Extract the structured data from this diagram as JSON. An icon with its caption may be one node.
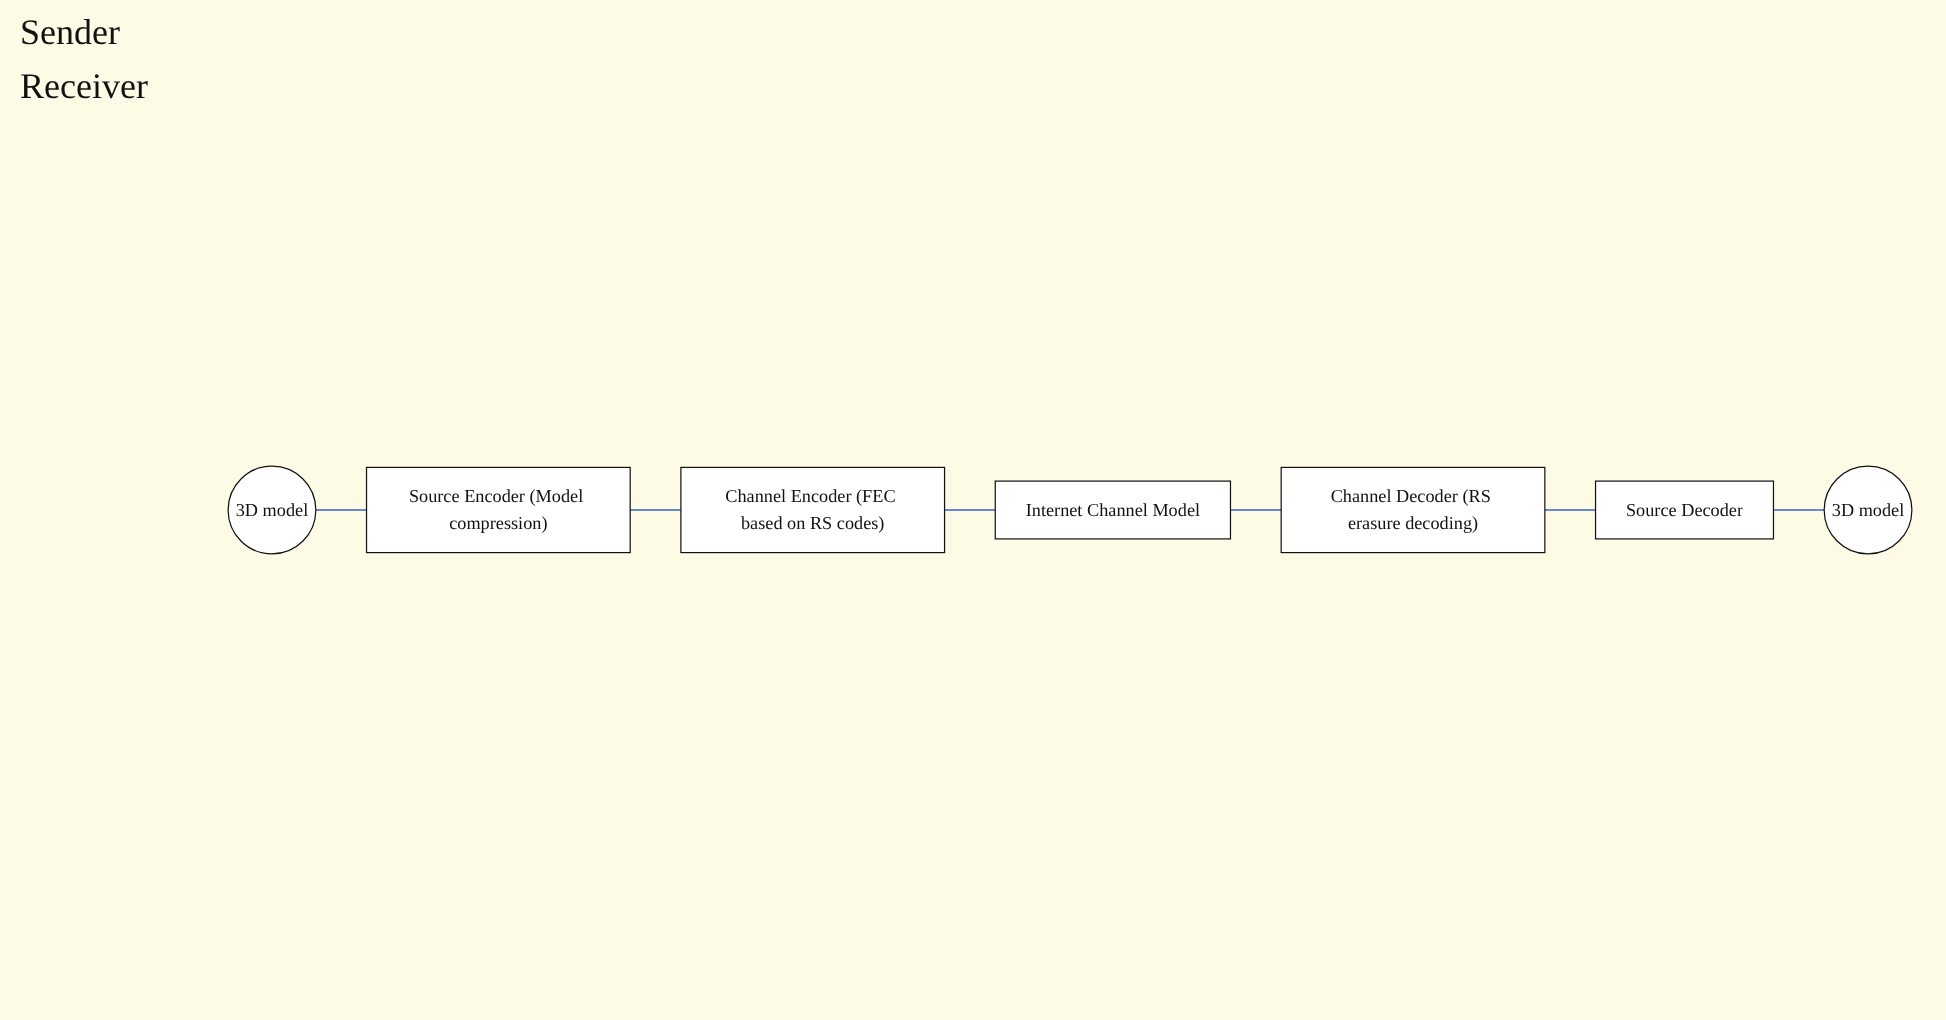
{
  "diagram": {
    "nodes": [
      {
        "text": [
          "3D model"
        ]
      },
      {
        "text": [
          "Source Encoder (Model compression)"
        ]
      },
      {
        "text": [
          "Channel Encoder (FEC based on RS codes)"
        ]
      },
      {
        "text": [
          "Internet Channel Model"
        ]
      },
      {
        "text": [
          "3D model"
        ]
      },
      {
        "text": [
          "Source Decoder"
        ]
      },
      {
        "text": [
          "Channel Decoder (RS erasure decoding)"
        ]
      }
    ],
    "edges": [
      {
        "from": 0,
        "to": 1,
        "arrow": "none"
      },
      {
        "from": 1,
        "to": 2,
        "arrow": "none"
      },
      {
        "from": 2,
        "to": 3,
        "arrow": "none"
      },
      {
        "from": 3,
        "to": 6,
        "arrow": "none"
      },
      {
        "from": 6,
        "to": 5,
        "arrow": "none"
      },
      {
        "from": 5,
        "to": 4,
        "arrow": "none"
      }
    ],
    "labels": [
      "Sender",
      "Receiver"
    ]
  }
}
